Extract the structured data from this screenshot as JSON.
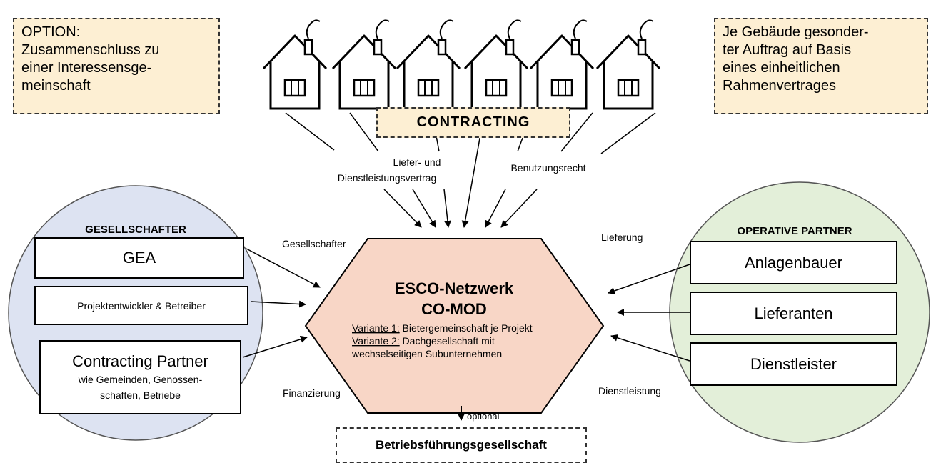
{
  "option_note": {
    "lines": [
      "OPTION:",
      "Zusammenschluss zu",
      "einer Interessensge-",
      "meinschaft"
    ]
  },
  "order_note": {
    "lines": [
      "Je Gebäude gesonder-",
      "ter Auftrag auf Basis",
      "eines einheitlichen",
      "Rahmenvertrages"
    ]
  },
  "contracting_label": "CONTRACTING",
  "arrow_labels": {
    "liefer_line1": "Liefer- und",
    "liefer_line2": "Dienstleistungsvertrag",
    "benutzungsrecht": "Benutzungsrecht",
    "gesellschafter": "Gesellschafter",
    "finanzierung": "Finanzierung",
    "lieferung": "Lieferung",
    "dienstleistung": "Dienstleistung",
    "optional": "optional"
  },
  "left_circle": {
    "title": "GESELLSCHAFTER",
    "gea": "GEA",
    "projektentwickler": "Projektentwickler & Betreiber",
    "contracting_partner": "Contracting Partner",
    "contracting_partner_sub1": "wie Gemeinden, Genossen-",
    "contracting_partner_sub2": "schaften, Betriebe"
  },
  "right_circle": {
    "title": "OPERATIVE PARTNER",
    "anlagenbauer": "Anlagenbauer",
    "lieferanten": "Lieferanten",
    "dienstleister": "Dienstleister"
  },
  "center": {
    "title1": "ESCO-Netzwerk",
    "title2": "CO-MOD",
    "variant1_label": "Variante 1:",
    "variant1_text": " Bietergemeinschaft je Projekt",
    "variant2_label": "Variante 2:",
    "variant2_text": " Dachgesellschaft mit",
    "variant2_text2": "wechselseitigen Subunternehmen"
  },
  "bottom_box": "Betriebsführungsgesellschaft",
  "colors": {
    "left_circle_fill": "#dde3f2",
    "right_circle_fill": "#e3efd9",
    "hexagon_fill": "#f8d6c6",
    "note_fill": "#fdefd3"
  }
}
